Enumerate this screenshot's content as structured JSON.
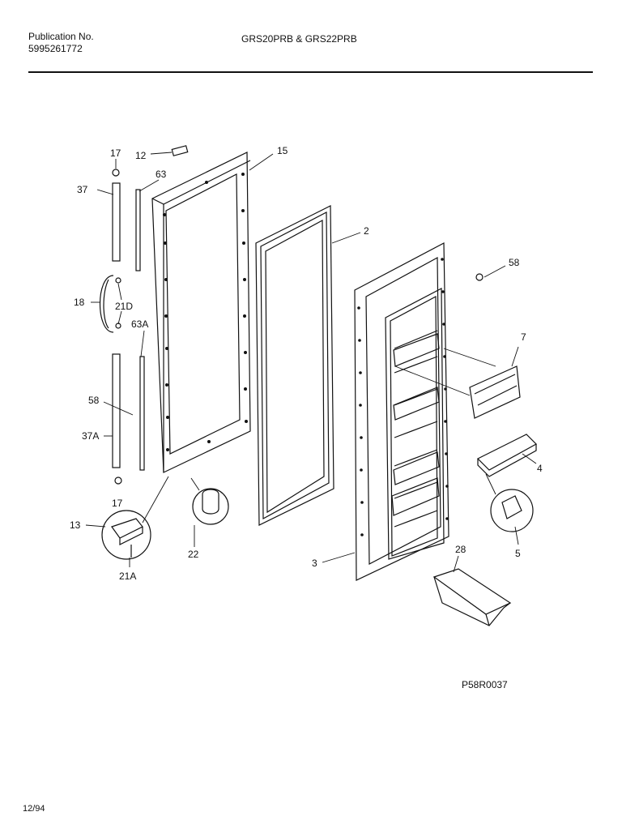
{
  "header": {
    "publication_label": "Publication No.",
    "publication_number": "5995261772",
    "models": "GRS20PRB & GRS22PRB"
  },
  "diagram": {
    "code": "P58R0037",
    "callouts": {
      "c17_top": "17",
      "c12": "12",
      "c15": "15",
      "c63": "63",
      "c37": "37",
      "c2": "2",
      "c58_top": "58",
      "c18": "18",
      "c21D": "21D",
      "c63A": "63A",
      "c7": "7",
      "c58_left": "58",
      "c37A": "37A",
      "c4": "4",
      "c17_bottom": "17",
      "c13": "13",
      "c22": "22",
      "c5": "5",
      "c21A": "21A",
      "c3": "3",
      "c28": "28"
    }
  },
  "footer": {
    "date": "12/94"
  }
}
